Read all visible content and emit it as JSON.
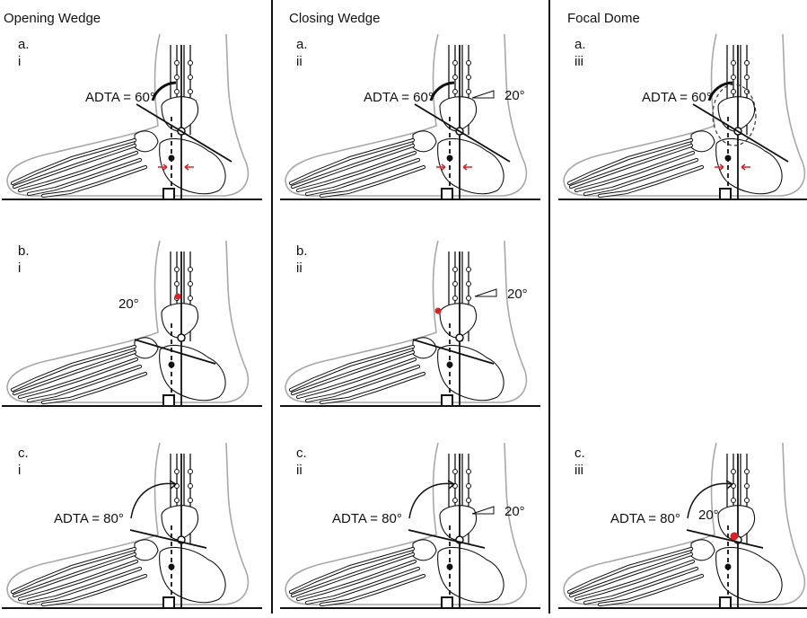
{
  "columns": [
    {
      "id": "opening",
      "header": "Opening Wedge"
    },
    {
      "id": "closing",
      "header": "Closing Wedge"
    },
    {
      "id": "dome",
      "header": "Focal Dome"
    }
  ],
  "panels": [
    {
      "id": "a-i",
      "col": 0,
      "row": 0,
      "letter": "a.",
      "roman": "i",
      "adta": "ADTA = 60°",
      "angle": "",
      "wedge": "",
      "dome": false
    },
    {
      "id": "a-ii",
      "col": 1,
      "row": 0,
      "letter": "a.",
      "roman": "ii",
      "adta": "ADTA = 60°",
      "angle": "20°",
      "wedge": "",
      "dome": false
    },
    {
      "id": "a-iii",
      "col": 2,
      "row": 0,
      "letter": "a.",
      "roman": "iii",
      "adta": "ADTA = 60°",
      "angle": "",
      "wedge": "",
      "dome": true
    },
    {
      "id": "b-i",
      "col": 0,
      "row": 1,
      "letter": "b.",
      "roman": "i",
      "adta": "",
      "angle": "20°",
      "wedge": "opening",
      "dome": false
    },
    {
      "id": "b-ii",
      "col": 1,
      "row": 1,
      "letter": "b.",
      "roman": "ii",
      "adta": "",
      "angle": "20°",
      "wedge": "closing",
      "dome": false
    },
    {
      "id": "c-i",
      "col": 0,
      "row": 2,
      "letter": "c.",
      "roman": "i",
      "adta": "ADTA = 80°",
      "angle": "",
      "wedge": "",
      "dome": false
    },
    {
      "id": "c-ii",
      "col": 1,
      "row": 2,
      "letter": "c.",
      "roman": "ii",
      "adta": "ADTA = 80°",
      "angle": "20°",
      "wedge": "",
      "dome": false
    },
    {
      "id": "c-iii",
      "col": 2,
      "row": 2,
      "letter": "c.",
      "roman": "iii",
      "adta": "ADTA = 80°",
      "angle": "20°",
      "wedge": "",
      "dome": true
    }
  ],
  "colors": {
    "ink": "#111111",
    "outline": "#a8a8a8",
    "marker": "#d8232a",
    "background": "#ffffff"
  }
}
